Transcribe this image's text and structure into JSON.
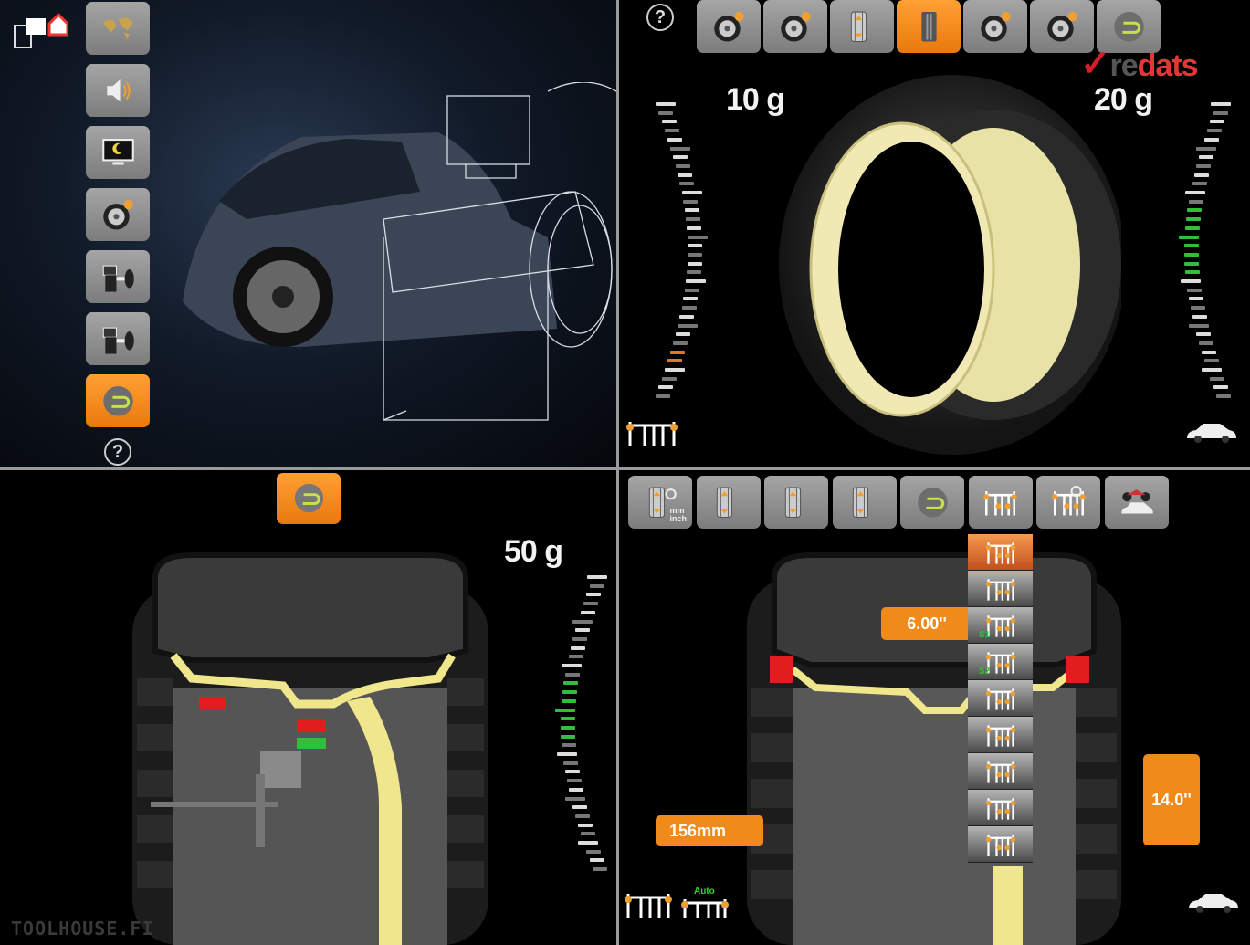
{
  "menu_panel": {
    "items": [
      {
        "id": "language",
        "icon": "world-map-icon"
      },
      {
        "id": "sound",
        "icon": "speaker-icon"
      },
      {
        "id": "screensaver",
        "icon": "monitor-moon-icon"
      },
      {
        "id": "wheel-rotation",
        "icon": "wheel-rotate-icon"
      },
      {
        "id": "machine-setup",
        "icon": "balancer-machine-icon"
      },
      {
        "id": "machine-calibration",
        "icon": "balancer-wheel-icon"
      },
      {
        "id": "back",
        "icon": "return-icon",
        "active": true
      }
    ],
    "help_label": "?"
  },
  "balance_panel": {
    "help_label": "?",
    "toolbar": [
      {
        "id": "wheel-data",
        "icon": "wheel-gear-icon"
      },
      {
        "id": "spin",
        "icon": "wheel-spin-icon"
      },
      {
        "id": "alignment",
        "icon": "rim-arrows-icon"
      },
      {
        "id": "tread-view",
        "icon": "tread-icon",
        "active": true
      },
      {
        "id": "settings",
        "icon": "wheel-settings-icon"
      },
      {
        "id": "optimization",
        "icon": "wheel-weights-icon"
      },
      {
        "id": "back",
        "icon": "return-icon"
      }
    ],
    "logo": {
      "check": "✓",
      "prefix": "re",
      "suffix": "dats"
    },
    "left_weight": "10 g",
    "right_weight": "20 g"
  },
  "weight_panel": {
    "weight": "50 g"
  },
  "rim_panel": {
    "toolbar": [
      {
        "id": "units",
        "icon": "rim-gear-icon",
        "label_mm": "mm",
        "label_inch": "inch"
      },
      {
        "id": "diameter",
        "icon": "rim-diameter-icon"
      },
      {
        "id": "width",
        "icon": "rim-width-icon"
      },
      {
        "id": "distance",
        "icon": "rim-distance-icon"
      },
      {
        "id": "back",
        "icon": "return-icon"
      },
      {
        "id": "program",
        "icon": "balance-program-icon"
      },
      {
        "id": "program-settings",
        "icon": "balance-program-gear-icon"
      },
      {
        "id": "vehicle-type",
        "icon": "motorbike-car-icon"
      }
    ],
    "programs": [
      {
        "id": "dyn",
        "active": true,
        "sub": ""
      },
      {
        "id": "alu1",
        "sub": ""
      },
      {
        "id": "s1",
        "sub": "S1"
      },
      {
        "id": "s2",
        "sub": "S2"
      },
      {
        "id": "alu2",
        "sub": ""
      },
      {
        "id": "alu3",
        "sub": ""
      },
      {
        "id": "alu4",
        "sub": ""
      },
      {
        "id": "alu5",
        "sub": ""
      },
      {
        "id": "static",
        "sub": ""
      }
    ],
    "width_value": "6.00''",
    "distance_value": "156mm",
    "diameter_value": "14.0''",
    "auto_label": "Auto"
  },
  "watermark": "TOOLHOUSE.FI",
  "colors": {
    "accent": "#f08a1a",
    "rim": "#f0e68c",
    "weight_red": "#e01e1e",
    "scale_green": "#2fbf3a"
  }
}
